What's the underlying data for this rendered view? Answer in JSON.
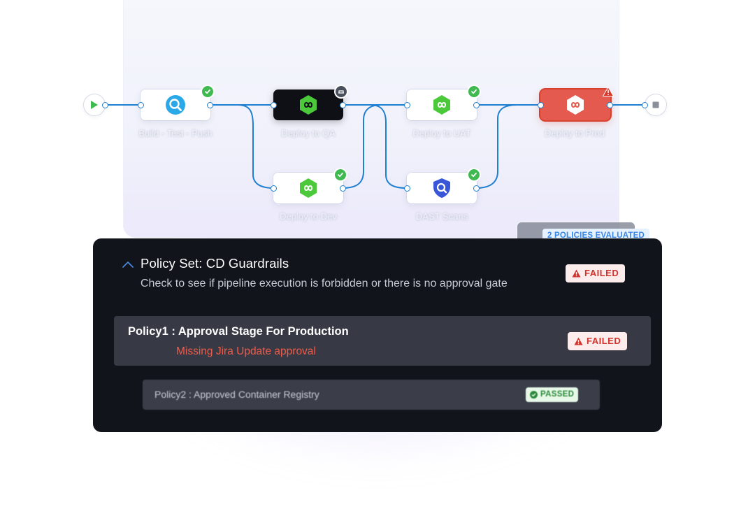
{
  "pipeline": {
    "stages": [
      {
        "id": "build",
        "label": "Build - Test - Push",
        "status": "success",
        "icon": "build-scan-icon"
      },
      {
        "id": "deploy-qa",
        "label": "Deploy to QA",
        "status": "running",
        "icon": "harness-deploy-icon"
      },
      {
        "id": "deploy-dev",
        "label": "Deploy to Dev",
        "status": "success",
        "icon": "harness-deploy-icon"
      },
      {
        "id": "deploy-uat",
        "label": "Deploy to UAT",
        "status": "success",
        "icon": "harness-deploy-icon"
      },
      {
        "id": "dast",
        "label": "DAST Scans",
        "status": "success",
        "icon": "security-scan-icon"
      },
      {
        "id": "deploy-prod",
        "label": "Deploy to Prod",
        "status": "failed",
        "icon": "harness-deploy-icon"
      }
    ],
    "start_icon": "play-icon",
    "end_icon": "stop-icon"
  },
  "evaluation": {
    "label": "2 POLICIES EVALUATED"
  },
  "policy_set": {
    "title": "Policy Set: CD Guardrails",
    "description": "Check to see if pipeline execution is forbidden or there is no approval gate",
    "status": "FAILED"
  },
  "policies": [
    {
      "title": "Policy1 : Approval Stage For Production",
      "message": "Missing Jira Update approval",
      "status": "FAILED"
    },
    {
      "title": "Policy2 : Approved Container Registry",
      "status": "PASSED"
    }
  ],
  "colors": {
    "wire": "#1f7fd1",
    "success": "#3fb950",
    "failed": "#d0342c",
    "card_bg": "#12141c",
    "node_failed": "#e55a4e",
    "harness_green": "#4cc93b"
  }
}
